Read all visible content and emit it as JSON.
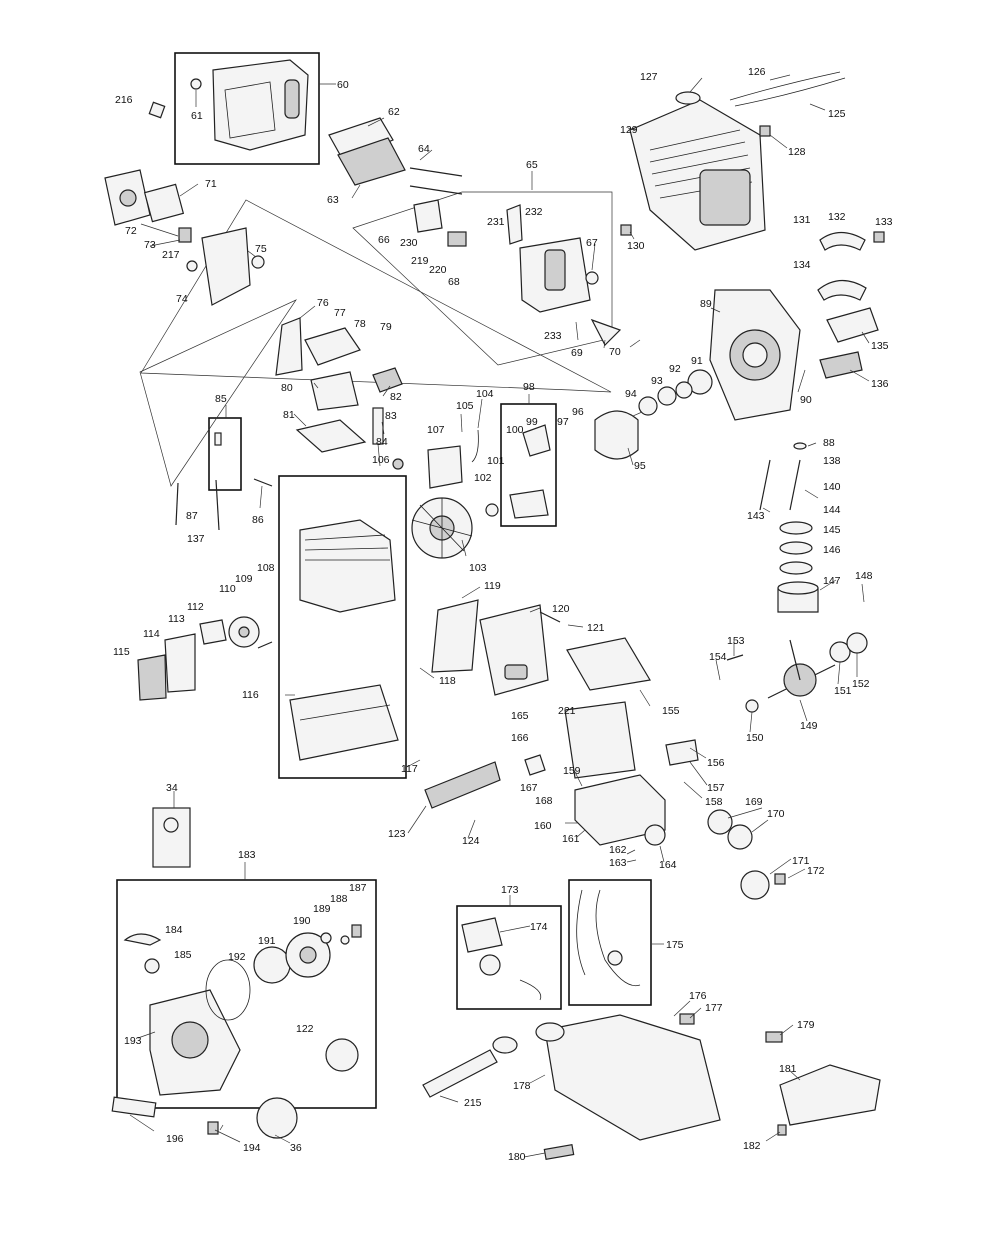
{
  "diagram": {
    "callouts": [
      "216",
      "60",
      "61",
      "62",
      "63",
      "64",
      "65",
      "127",
      "126",
      "125",
      "128",
      "129",
      "71",
      "72",
      "73",
      "217",
      "74",
      "75",
      "66",
      "230",
      "219",
      "220",
      "68",
      "231",
      "232",
      "67",
      "233",
      "69",
      "70",
      "130",
      "131",
      "132",
      "133",
      "134",
      "135",
      "136",
      "89",
      "90",
      "91",
      "92",
      "93",
      "94",
      "95",
      "76",
      "77",
      "78",
      "79",
      "80",
      "81",
      "82",
      "83",
      "84",
      "85",
      "86",
      "87",
      "137",
      "98",
      "99",
      "100",
      "101",
      "102",
      "96",
      "97",
      "104",
      "105",
      "106",
      "107",
      "103",
      "88",
      "138",
      "140",
      "143",
      "144",
      "145",
      "146",
      "147",
      "148",
      "108",
      "109",
      "110",
      "112",
      "113",
      "114",
      "115",
      "116",
      "117",
      "118",
      "119",
      "120",
      "121",
      "149",
      "150",
      "151",
      "152",
      "153",
      "154",
      "155",
      "156",
      "157",
      "158",
      "165",
      "166",
      "167",
      "168",
      "221",
      "159",
      "160",
      "161",
      "162",
      "163",
      "164",
      "169",
      "170",
      "171",
      "172",
      "123",
      "124",
      "34",
      "183",
      "184",
      "185",
      "187",
      "188",
      "189",
      "190",
      "191",
      "192",
      "193",
      "194",
      "196",
      "36",
      "122",
      "173",
      "174",
      "175",
      "176",
      "177",
      "178",
      "179",
      "180",
      "181",
      "182",
      "215"
    ]
  }
}
